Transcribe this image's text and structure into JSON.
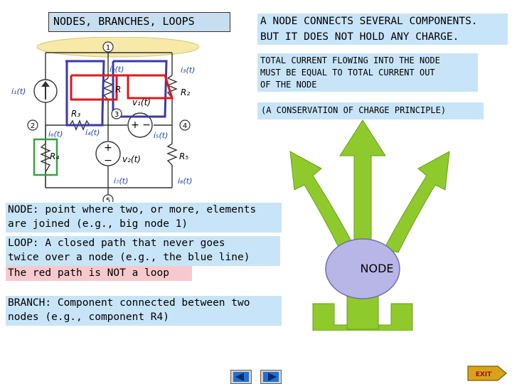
{
  "title": "NODES, BRANCHES, LOOPS",
  "intro": {
    "line1": "A NODE CONNECTS SEVERAL COMPONENTS.",
    "line2": "BUT IT DOES NOT HOLD ANY CHARGE."
  },
  "kcl": {
    "line1": "TOTAL CURRENT FLOWING INTO THE NODE",
    "line2": "MUST BE EQUAL TO TOTAL CURRENT OUT",
    "line3": "OF THE NODE"
  },
  "principle": "(A CONSERVATION OF CHARGE PRINCIPLE)",
  "definitions": {
    "node_line1": "NODE: point where two, or more, elements",
    "node_line2": "are joined (e.g., big node 1)",
    "loop_line1": "LOOP: A closed path that never goes",
    "loop_line2": "twice over a node (e.g., the blue line)",
    "red_note": "The red path is NOT a loop",
    "branch_line1": "BRANCH: Component connected between two",
    "branch_line2": "nodes (e.g., component R4)"
  },
  "node_label": "NODE",
  "circuit": {
    "n1": "1",
    "n2": "2",
    "n3": "3",
    "n4": "4",
    "n5": "5",
    "i1": "i₁(t)",
    "i2": "i₂(t)",
    "i3": "i₃(t)",
    "i4": "i₄(t)",
    "i5": "i₅(t)",
    "i6": "i₆(t)",
    "i7": "i₇(t)",
    "i8": "i₈(t)",
    "r1": "R",
    "r2": "R₂",
    "r3": "R₃",
    "r4": "R₄",
    "r5": "R₅",
    "v1": "v₁(t)",
    "v2": "v₂(t)",
    "plus": "+",
    "minus": "−"
  },
  "nav": {
    "prev_icon": "left-arrow-icon",
    "next_icon": "right-arrow-icon",
    "exit_label": "EXIT"
  },
  "colors": {
    "node_ellipse": "#f7e9a8",
    "arrow": "#8fca2c",
    "node_circle": "#b8b6e6",
    "blue_loop": "#3a3aa8",
    "red_path": "#e01818",
    "green_branch": "#3aa040",
    "text_bg": "#c8e4f8",
    "red_note_bg": "#f8c9cc"
  }
}
